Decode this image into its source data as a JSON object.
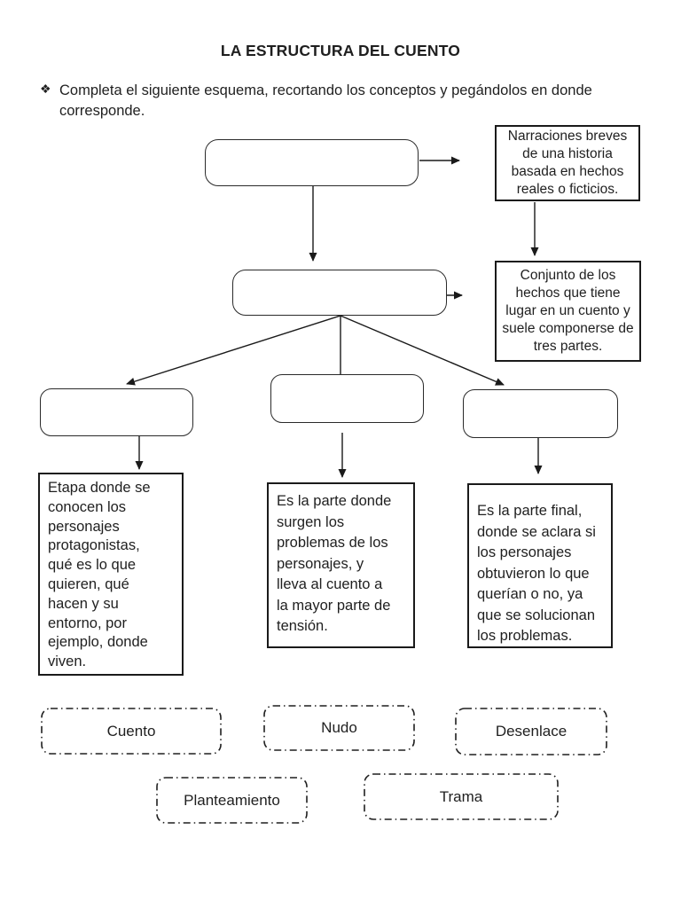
{
  "header": {
    "title": "LA ESTRUCTURA DEL CUENTO",
    "bullet": "❖",
    "instruction": "Completa el siguiente esquema, recortando los conceptos y pegándolos en donde\ncorresponde."
  },
  "diagram": {
    "definitions": {
      "cuento": "Narraciones breves\nde una historia\nbasada en hechos\nreales o ficticios.",
      "trama": "Conjunto de los\nhechos que tiene\nlugar en un cuento y\nsuele componerse de\ntres partes.",
      "planteamiento": "Etapa donde se\nconocen los\npersonajes\nprotagonistas,\nqué es lo que\nquieren, qué\nhacen y su\nentorno, por\nejemplo, donde\nviven.",
      "nudo": "Es la parte donde\nsurgen los\nproblemas de los\npersonajes, y\nlleva al cuento a\nla mayor parte de\ntensión.",
      "desenlace": "Es la parte final,\ndonde se aclara si\nlos personajes\nobtuvieron lo que\nquerían o no, ya\nque se solucionan\nlos problemas."
    },
    "cutouts": [
      "Cuento",
      "Nudo",
      "Desenlace",
      "Planteamiento",
      "Trama"
    ]
  },
  "colors": {
    "ink": "#1f1f1f",
    "paper": "#ffffff"
  }
}
